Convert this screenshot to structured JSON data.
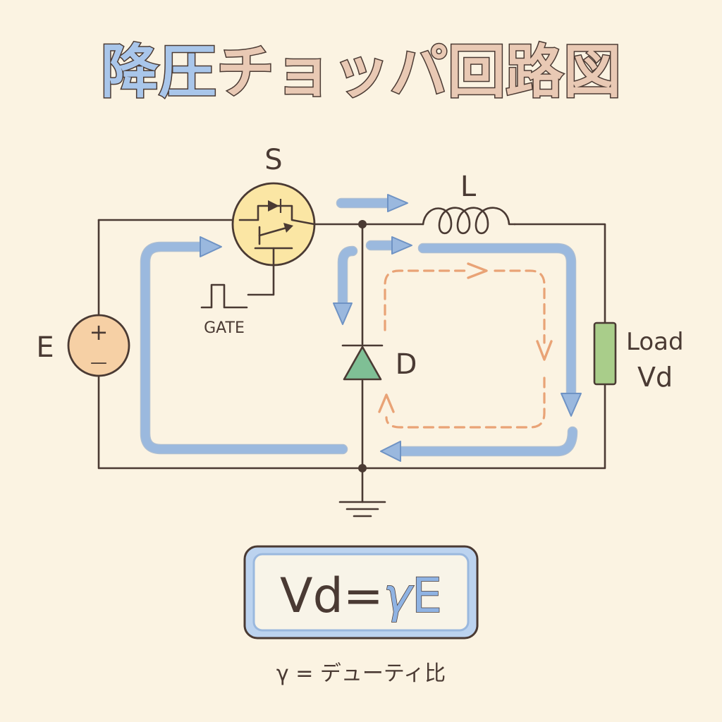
{
  "title": {
    "part1": "降圧",
    "part2": "チョッパ回路図"
  },
  "components": {
    "switch_label": "S",
    "gate_label": "GATE",
    "inductor_label": "L",
    "diode_label": "D",
    "source_label": "E",
    "source_plus": "+",
    "source_minus": "—",
    "load_label": "Load",
    "load_voltage": "Vd"
  },
  "formula": {
    "lhs": "Vd",
    "eq": "=",
    "gamma": "γ",
    "rhs": "E",
    "note": "γ = デューティ比"
  },
  "colors": {
    "background": "#fbf3e2",
    "wire": "#4a3a33",
    "flow_on": "#9ab8de",
    "flow_off": "#e9a376",
    "switch_fill": "#fbe6a4",
    "source_fill": "#f6d0a5",
    "diode_fill": "#7fbf95",
    "load_fill": "#a9cd8a"
  }
}
